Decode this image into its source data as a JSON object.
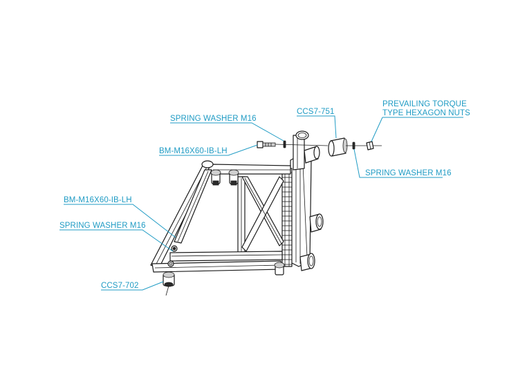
{
  "colors": {
    "callout": "#1f9bc4",
    "line": "#1a1a1a"
  },
  "labels": {
    "spring_washer_top": "SPRING WASHER M16",
    "bolt_top": "BM-M16X60-IB-LH",
    "ccs7_751": "CCS7-751",
    "nuts_line1": "PREVAILING TORQUE",
    "nuts_line2": "TYPE HEXAGON NUTS",
    "spring_washer_right": "SPRING WASHER M16",
    "bolt_left": "BM-M16X60-IB-LH",
    "spring_washer_left": "SPRING WASHER M16",
    "ccs7_702": "CCS7-702"
  }
}
